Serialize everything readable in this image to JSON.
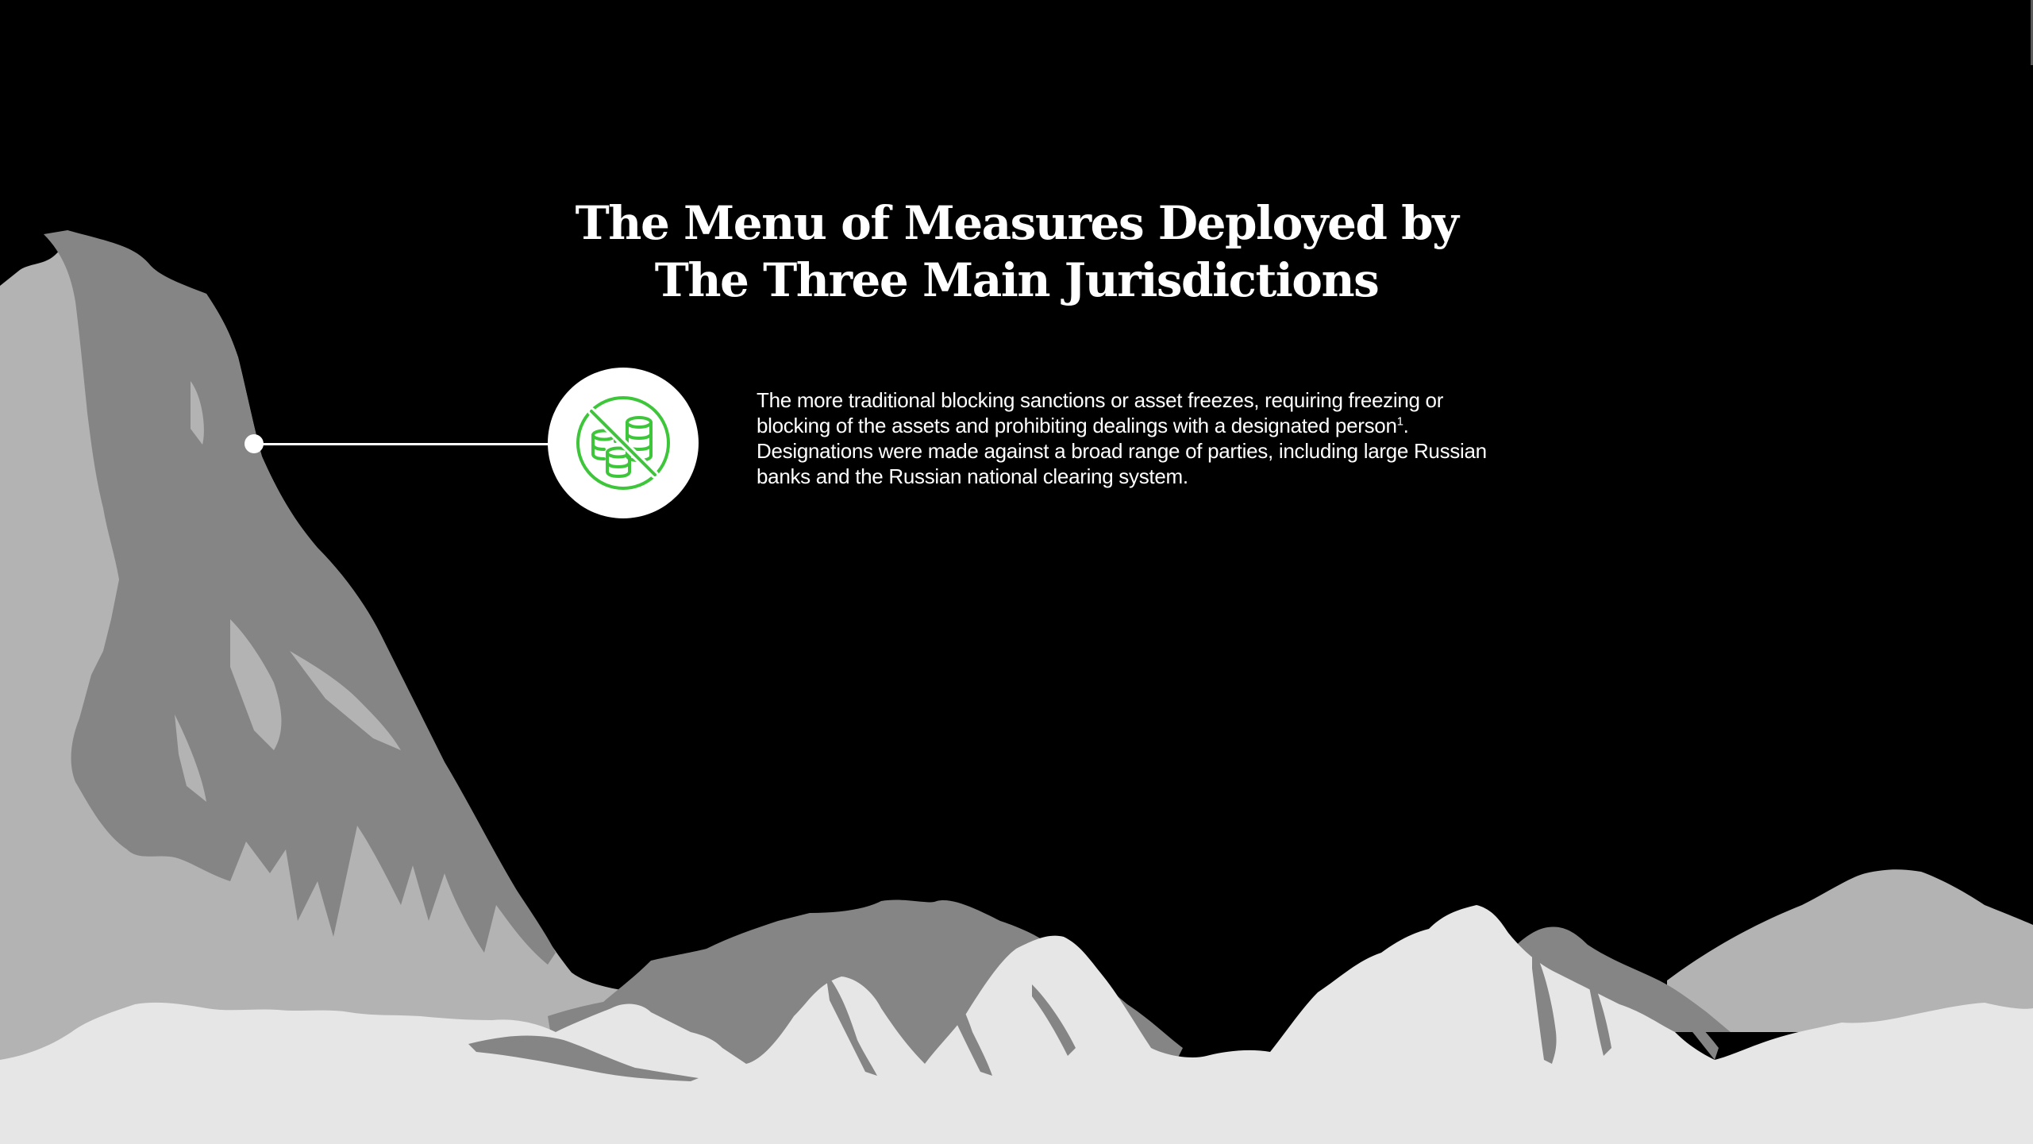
{
  "slide": {
    "title_lines": [
      "The Menu of Measures Deployed by",
      "The Three Main Jurisdictions"
    ],
    "callout": {
      "icon": "no-coins-icon",
      "icon_color": "#3ec63a",
      "badge_color": "#ffffff",
      "text_before_sup": "The more traditional blocking sanctions or asset freezes, requiring freezing or blocking of the assets and prohibiting dealings with a designated person",
      "footnote_mark": "1",
      "text_after_sup": ". Designations were made against a broad range of parties, including large Russian banks and the Russian national clearing system."
    }
  },
  "colors": {
    "background": "#000000",
    "mountain_light": "#b3b3b3",
    "mountain_mid": "#858585",
    "snow": "#e6e6e6",
    "text": "#ffffff"
  }
}
